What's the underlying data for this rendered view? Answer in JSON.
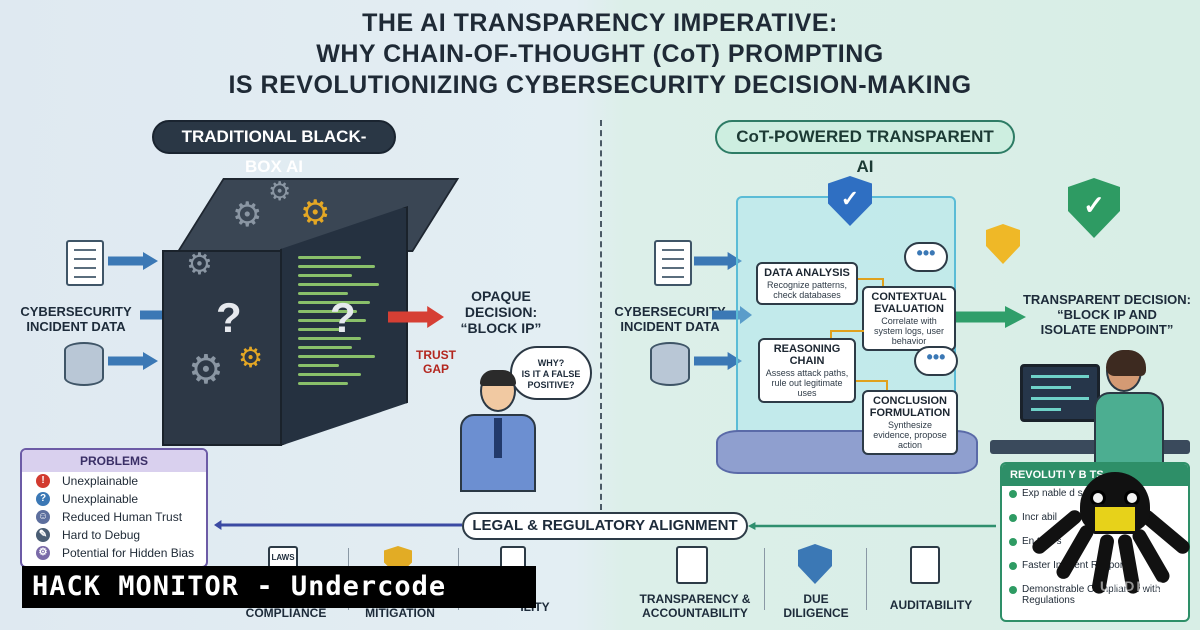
{
  "title": {
    "line1": "THE AI TRANSPARENCY IMPERATIVE:",
    "line2": "WHY CHAIN-OF-THOUGHT (CoT) PROMPTING",
    "line3": "IS REVOLUTIONIZING CYBERSECURITY DECISION-MAKING"
  },
  "left": {
    "header": "TRADITIONAL BLACK-BOX AI",
    "input_label": "CYBERSECURITY\nINCIDENT DATA",
    "decision": "OPAQUE\nDECISION:\n“BLOCK IP”",
    "trust_gap": "TRUST\nGAP",
    "bubble": "WHY?\nIS IT A FALSE\nPOSITIVE?",
    "box_symbols": [
      "?",
      "?"
    ]
  },
  "right": {
    "header": "CoT-POWERED TRANSPARENT AI",
    "input_label": "CYBERSECURITY\nINCIDENT DATA",
    "decision": "TRANSPARENT DECISION:\n“BLOCK IP AND\nISOLATE ENDPOINT”",
    "steps": [
      {
        "title": "DATA ANALYSIS",
        "desc": "Recognize patterns, check databases"
      },
      {
        "title": "CONTEXTUAL EVALUATION",
        "desc": "Correlate with system logs, user behavior"
      },
      {
        "title": "REASONING CHAIN",
        "desc": "Assess attack paths, rule out legitimate uses"
      },
      {
        "title": "CONCLUSION FORMULATION",
        "desc": "Synthesize evidence, propose action"
      }
    ]
  },
  "problems": {
    "header": "PROBLEMS",
    "items": [
      "Unexplainable",
      "Unexplainable",
      "Reduced Human Trust",
      "Hard to Debug",
      "Potential for Hidden Bias"
    ]
  },
  "legal": {
    "label": "LEGAL & REGULATORY ALIGNMENT",
    "left_items": [
      "COMPLIANCE",
      "MITIGATION",
      "ILITY"
    ],
    "left_icon_text": "LAWS",
    "right_items": [
      "TRANSPARENCY &\nACCOUNTABILITY",
      "DUE\nDILIGENCE",
      "AUDITABILITY"
    ]
  },
  "benefits": {
    "header": "REVOLUTI   Y B   TS",
    "items": [
      "Exp   nable d   s",
      "Incr   abil",
      "En   t   na   s",
      "Faster Incident Response",
      "Demonstrable Compliance with Regulations"
    ]
  },
  "banner": {
    "text": "HACK MONITOR - Undercode",
    "watermark": "UNDE   ODE"
  },
  "colors": {
    "arrow_blue": "#3b78b5",
    "arrow_red": "#d63f34",
    "arrow_green": "#2f9e6a",
    "accent_green": "#2e8f68",
    "accent_purple": "#6c5ba6"
  }
}
